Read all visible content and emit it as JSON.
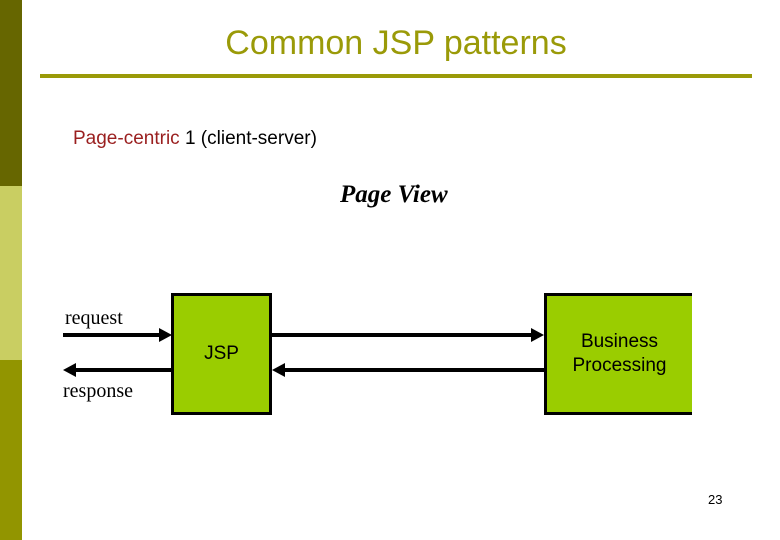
{
  "slide": {
    "title": "Common JSP patterns",
    "page_number": "23",
    "title_color": "#9a9a08",
    "accent_color": "#9a1f1f",
    "box_fill_color": "#9acd00",
    "sidebar_colors": [
      "#666600",
      "#c9ce62",
      "#929500"
    ]
  },
  "subtitle": {
    "accent_text": "Page-centric",
    "rest_text": " 1 (client-server)"
  },
  "caption": {
    "page_view": "Page View"
  },
  "diagram": {
    "boxes": [
      {
        "id": "jsp",
        "label": "JSP"
      },
      {
        "id": "business",
        "label": "Business\nProcessing"
      }
    ],
    "labels": {
      "request": "request",
      "response": "response"
    },
    "arrows": [
      {
        "id": "request-arrow",
        "direction": "right",
        "from": "client",
        "to": "jsp"
      },
      {
        "id": "response-arrow",
        "direction": "left",
        "from": "jsp",
        "to": "client"
      },
      {
        "id": "jsp-to-business-arrow",
        "direction": "right",
        "from": "jsp",
        "to": "business"
      },
      {
        "id": "business-to-jsp-arrow",
        "direction": "left",
        "from": "business",
        "to": "jsp"
      }
    ]
  }
}
